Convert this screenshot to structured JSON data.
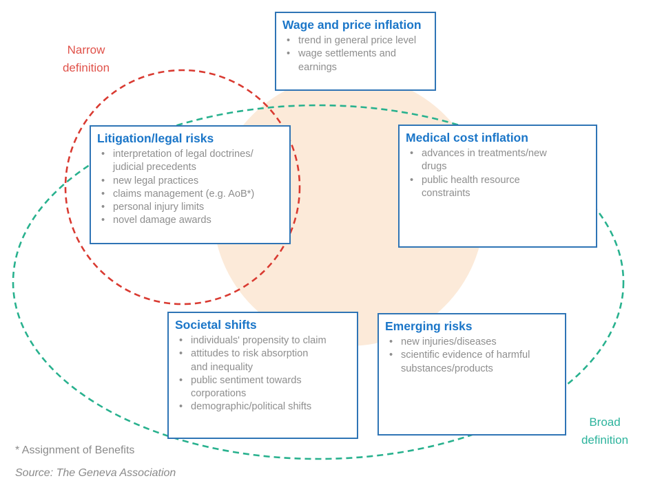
{
  "diagram": {
    "labels": {
      "narrow": "Narrow\ndefinition",
      "broad": "Broad\ndefinition"
    },
    "boxes": {
      "wage": {
        "title": "Wage and price inflation",
        "bullets": [
          "trend in general price level",
          "wage settlements and\nearnings"
        ]
      },
      "litigation": {
        "title": "Litigation/legal risks",
        "bullets": [
          "interpretation of legal doctrines/\njudicial precedents",
          "new legal practices",
          "claims management (e.g. AoB*)",
          "personal injury limits",
          "novel damage awards"
        ]
      },
      "medical": {
        "title": "Medical cost inflation",
        "bullets": [
          "advances in  treatments/new\ndrugs",
          "public health resource\nconstraints"
        ]
      },
      "societal": {
        "title": "Societal shifts",
        "bullets": [
          "individuals' propensity to claim",
          "attitudes to risk absorption\nand inequality",
          "public sentiment towards\ncorporations",
          "demographic/political shifts"
        ]
      },
      "emerging": {
        "title": "Emerging risks",
        "bullets": [
          "new injuries/diseases",
          "scientific evidence of harmful\nsubstances/products"
        ]
      }
    },
    "footnote": "* Assignment of Benefits",
    "source": "Source: The Geneva Association",
    "colors": {
      "box_border": "#2e74b5",
      "title_blue": "#1b76c8",
      "bullet_gray": "#8e8e8e",
      "narrow_red": "#e0524a",
      "broad_teal": "#2cb39c",
      "red_dash": "#d93a31",
      "teal_dash": "#28b18e",
      "peach_fill": "#fcead9"
    }
  }
}
